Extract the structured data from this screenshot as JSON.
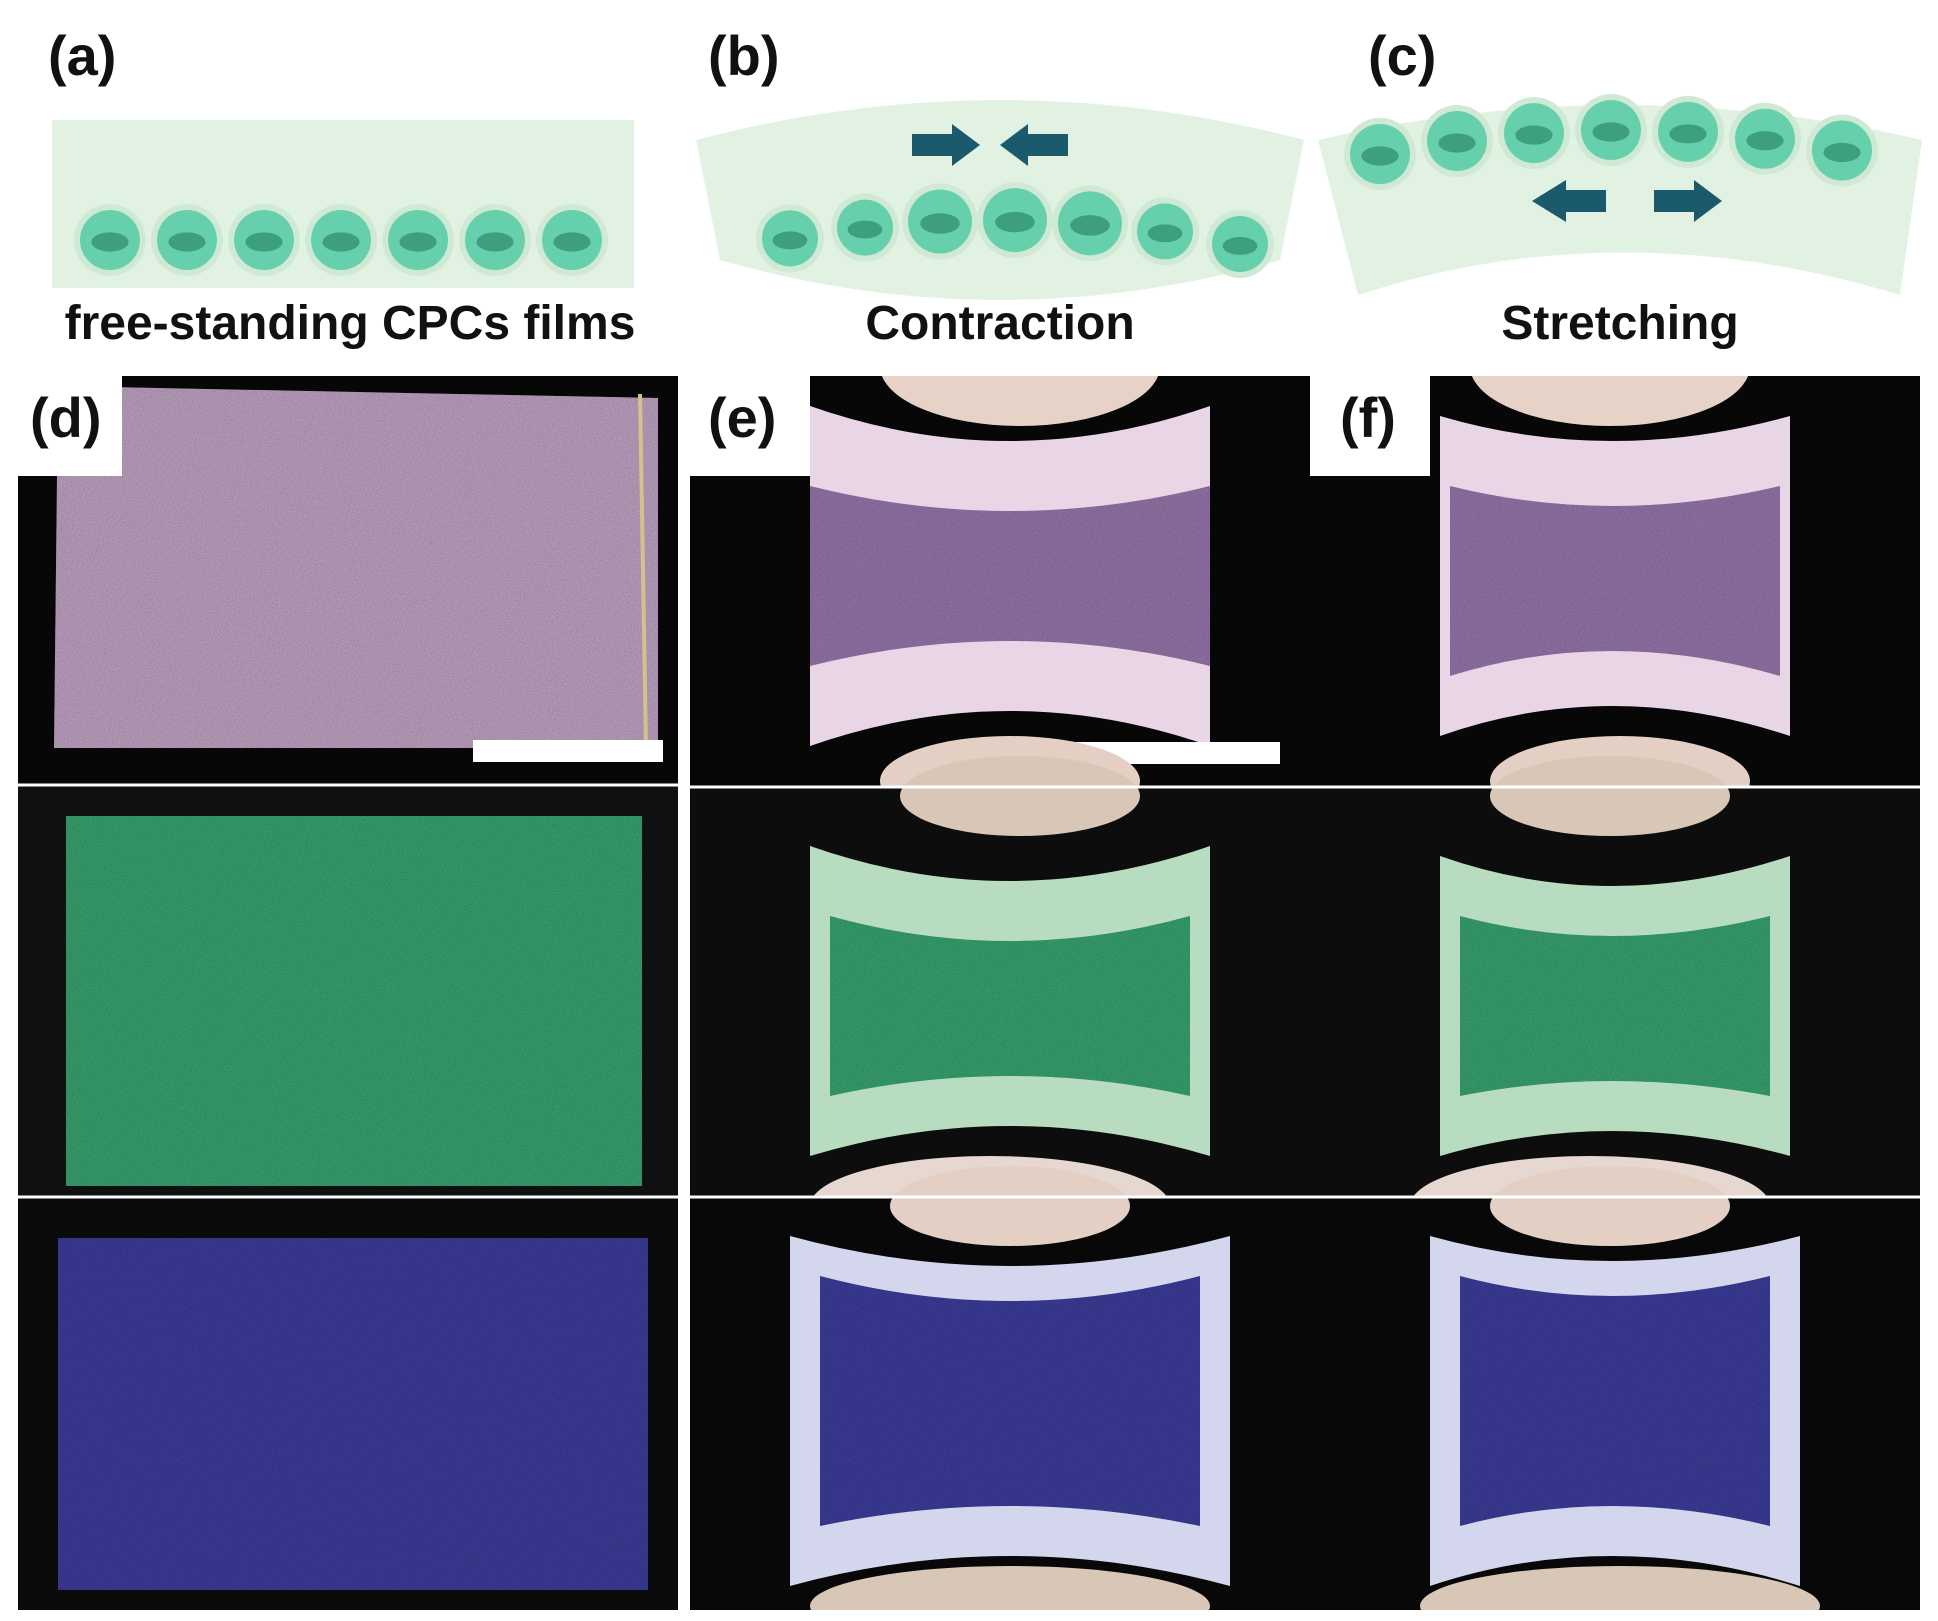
{
  "panels": {
    "a": {
      "letter": "(a)",
      "caption": "free-standing CPCs films"
    },
    "b": {
      "letter": "(b)",
      "caption": "Contraction"
    },
    "c": {
      "letter": "(c)",
      "caption": "Stretching"
    },
    "d": {
      "letter": "(d)"
    },
    "e": {
      "letter": "(e)"
    },
    "f": {
      "letter": "(f)"
    }
  },
  "colors": {
    "film": "#e2f2e2",
    "sphere": "#66d0ad",
    "arrow": "#1a5a6c",
    "photo_background": "#070707",
    "row_colors": [
      "#b596bc",
      "#3aa874",
      "#3f3f9f"
    ]
  },
  "icons": {
    "arrow": "arrow-icon",
    "sphere": "microsphere-icon"
  }
}
